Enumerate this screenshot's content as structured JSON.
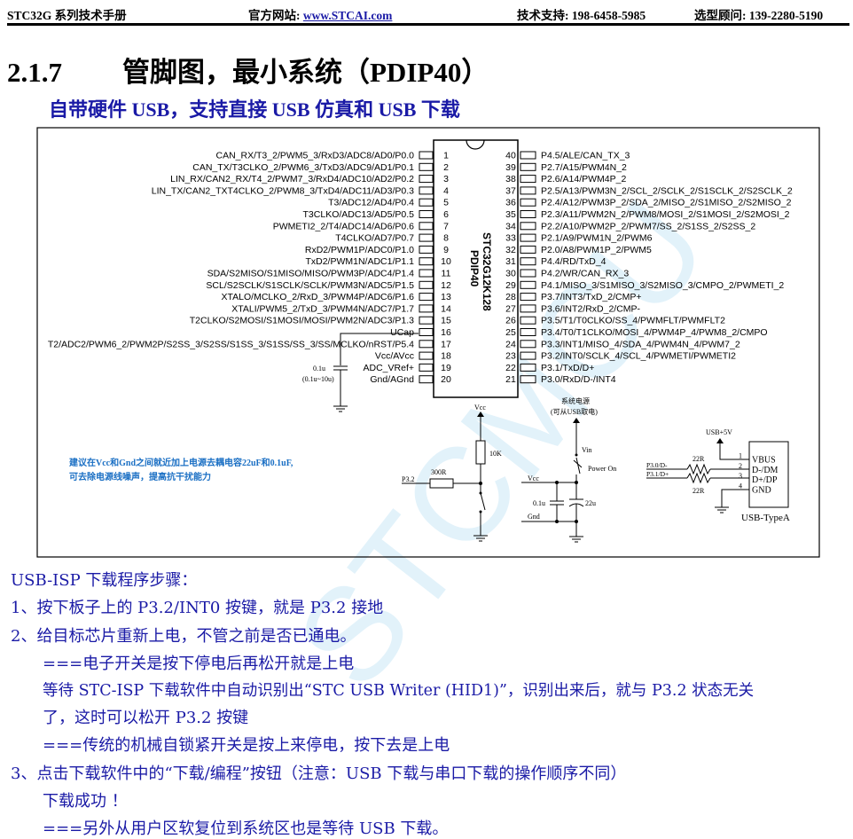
{
  "header": {
    "manual": "STC32G 系列技术手册",
    "website_label": "官方网站: ",
    "website_link": "www.STCAI.com",
    "support": "技术支持: 198-6458-5985",
    "consultant": "选型顾问: 139-2280-5190"
  },
  "section": {
    "number": "2.1.7",
    "title": "管脚图，最小系统（PDIP40）"
  },
  "subtitle": "自带硬件 USB，支持直接 USB 仿真和 USB 下载",
  "chip": {
    "part": "STC32G12K128",
    "package": "PDIP40",
    "left_pins": [
      {
        "n": "1",
        "label": "CAN_RX/T3_2/PWM5_3/RxD3/ADC8/AD0/P0.0"
      },
      {
        "n": "2",
        "label": "CAN_TX/T3CLKO_2/PWM6_3/TxD3/ADC9/AD1/P0.1"
      },
      {
        "n": "3",
        "label": "LIN_RX/CAN2_RX/T4_2/PWM7_3/RxD4/ADC10/AD2/P0.2"
      },
      {
        "n": "4",
        "label": "LIN_TX/CAN2_TXT4CLKO_2/PWM8_3/TxD4/ADC11/AD3/P0.3"
      },
      {
        "n": "5",
        "label": "T3/ADC12/AD4/P0.4"
      },
      {
        "n": "6",
        "label": "T3CLKO/ADC13/AD5/P0.5"
      },
      {
        "n": "7",
        "label": "PWMETI2_2/T4/ADC14/AD6/P0.6"
      },
      {
        "n": "8",
        "label": "T4CLKO/AD7/P0.7"
      },
      {
        "n": "9",
        "label": "RxD2/PWM1P/ADC0/P1.0"
      },
      {
        "n": "10",
        "label": "TxD2/PWM1N/ADC1/P1.1"
      },
      {
        "n": "11",
        "label": "SDA/S2MISO/S1MISO/MISO/PWM3P/ADC4/P1.4"
      },
      {
        "n": "12",
        "label": "SCL/S2SCLK/S1SCLK/SCLK/PWM3N/ADC5/P1.5"
      },
      {
        "n": "13",
        "label": "XTALO/MCLKO_2/RxD_3/PWM4P/ADC6/P1.6"
      },
      {
        "n": "14",
        "label": "XTALI/PWM5_2/TxD_3/PWM4N/ADC7/P1.7"
      },
      {
        "n": "15",
        "label": "T2CLKO/S2MOSI/S1MOSI/MOSI/PWM2N/ADC3/P1.3"
      },
      {
        "n": "16",
        "label": "UCap"
      },
      {
        "n": "17",
        "label": "T2/ADC2/PWM6_2/PWM2P/S2SS_3/S2SS/S1SS_3/S1SS/SS_3/SS/MCLKO/nRST/P5.4"
      },
      {
        "n": "18",
        "label": "Vcc/AVcc"
      },
      {
        "n": "19",
        "label": "ADC_VRef+"
      },
      {
        "n": "20",
        "label": "Gnd/AGnd"
      }
    ],
    "right_pins": [
      {
        "n": "40",
        "label": "P4.5/ALE/CAN_TX_3"
      },
      {
        "n": "39",
        "label": "P2.7/A15/PWM4N_2"
      },
      {
        "n": "38",
        "label": "P2.6/A14/PWM4P_2"
      },
      {
        "n": "37",
        "label": "P2.5/A13/PWM3N_2/SCL_2/SCLK_2/S1SCLK_2/S2SCLK_2"
      },
      {
        "n": "36",
        "label": "P2.4/A12/PWM3P_2/SDA_2/MISO_2/S1MISO_2/S2MISO_2"
      },
      {
        "n": "35",
        "label": "P2.3/A11/PWM2N_2/PWM8/MOSI_2/S1MOSI_2/S2MOSI_2"
      },
      {
        "n": "34",
        "label": "P2.2/A10/PWM2P_2/PWM7/SS_2/S1SS_2/S2SS_2"
      },
      {
        "n": "33",
        "label": "P2.1/A9/PWM1N_2/PWM6"
      },
      {
        "n": "32",
        "label": "P2.0/A8/PWM1P_2/PWM5"
      },
      {
        "n": "31",
        "label": "P4.4/RD/TxD_4"
      },
      {
        "n": "30",
        "label": "P4.2/WR/CAN_RX_3"
      },
      {
        "n": "29",
        "label": "P4.1/MISO_3/S1MISO_3/S2MISO_3/CMPO_2/PWMETI_2"
      },
      {
        "n": "28",
        "label": "P3.7/INT3/TxD_2/CMP+"
      },
      {
        "n": "27",
        "label": "P3.6/INT2/RxD_2/CMP-"
      },
      {
        "n": "26",
        "label": "P3.5/T1/T0CLKO/SS_4/PWMFLT/PWMFLT2"
      },
      {
        "n": "25",
        "label": "P3.4/T0/T1CLKO/MOSI_4/PWM4P_4/PWM8_2/CMPO"
      },
      {
        "n": "24",
        "label": "P3.3/INT1/MISO_4/SDA_4/PWM4N_4/PWM7_2"
      },
      {
        "n": "23",
        "label": "P3.2/INT0/SCLK_4/SCL_4/PWMETI/PWMETI2"
      },
      {
        "n": "22",
        "label": "P3.1/TxD/D+"
      },
      {
        "n": "21",
        "label": "P3.0/RxD/D-/INT4"
      }
    ]
  },
  "schematic": {
    "ucap_cap": "0.1u",
    "ucap_range": "(0.1u~10u)",
    "note_line1": "建议在Vcc和Gnd之间就近加上电源去耦电容22uF和0.1uF,",
    "note_line2": "可去除电源线噪声，提高抗干扰能力",
    "vcc": "Vcc",
    "r_pullup": "10K",
    "r_series": "300R",
    "p32": "P3.2",
    "sys_power": "系统电源",
    "sys_power_note": "(可从USB取电)",
    "vin": "Vin",
    "power_on": "Power On",
    "vcc2": "Vcc",
    "gnd": "Gnd",
    "c1": "0.1u",
    "c2": "22u",
    "usb5v": "USB+5V",
    "p30": "P3.0/D-",
    "p31": "P3.1/D+",
    "r22a": "22R",
    "r22b": "22R",
    "usb_pins": [
      {
        "n": "1",
        "label": "VBUS"
      },
      {
        "n": "2",
        "label": "D-/DM"
      },
      {
        "n": "3",
        "label": "D+/DP"
      },
      {
        "n": "4",
        "label": "GND"
      }
    ],
    "usb_name": "USB-TypeA"
  },
  "steps": {
    "heading": "USB-ISP 下载程序步骤：",
    "l1": "1、按下板子上的 P3.2/INT0 按键，就是 P3.2 接地",
    "l2": "2、给目标芯片重新上电，不管之前是否已通电。",
    "l3": "===电子开关是按下停电后再松开就是上电",
    "l4": "等待 STC-ISP 下载软件中自动识别出“STC USB Writer (HID1)”，识别出来后，就与 P3.2 状态无关",
    "l5": "了，这时可以松开 P3.2 按键",
    "l6": "===传统的机械自锁紧开关是按上来停电，按下去是上电",
    "l7": "3、点击下载软件中的“下载/编程”按钮（注意：USB 下载与串口下载的操作顺序不同）",
    "l8": "下载成功 ！",
    "l9": "===另外从用户区软复位到系统区也是等待 USB 下载。"
  },
  "watermark": "STCMCU"
}
